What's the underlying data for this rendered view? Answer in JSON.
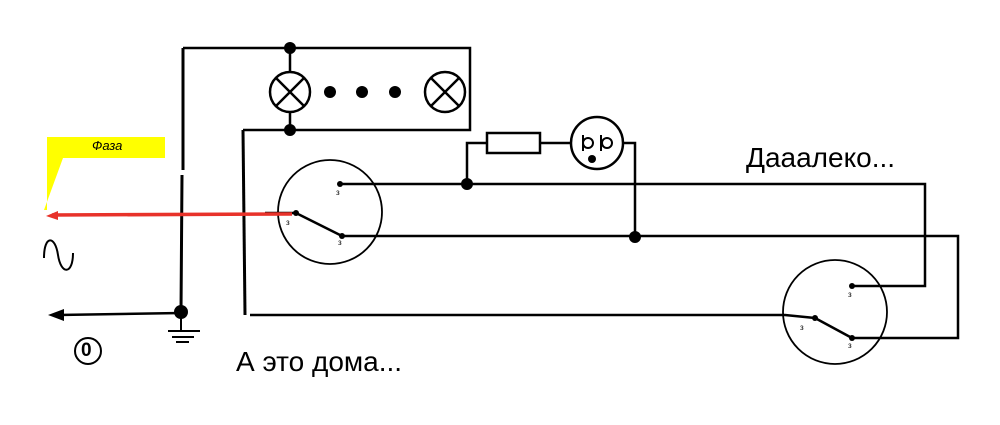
{
  "labels": {
    "phase": "Фаза",
    "far": "Дааалеко...",
    "home": "А это дома...",
    "neutral": "0",
    "terminal": "з"
  },
  "colors": {
    "wire": "#000000",
    "phase_wire": "#e8322a",
    "callout": "#ffff00"
  }
}
